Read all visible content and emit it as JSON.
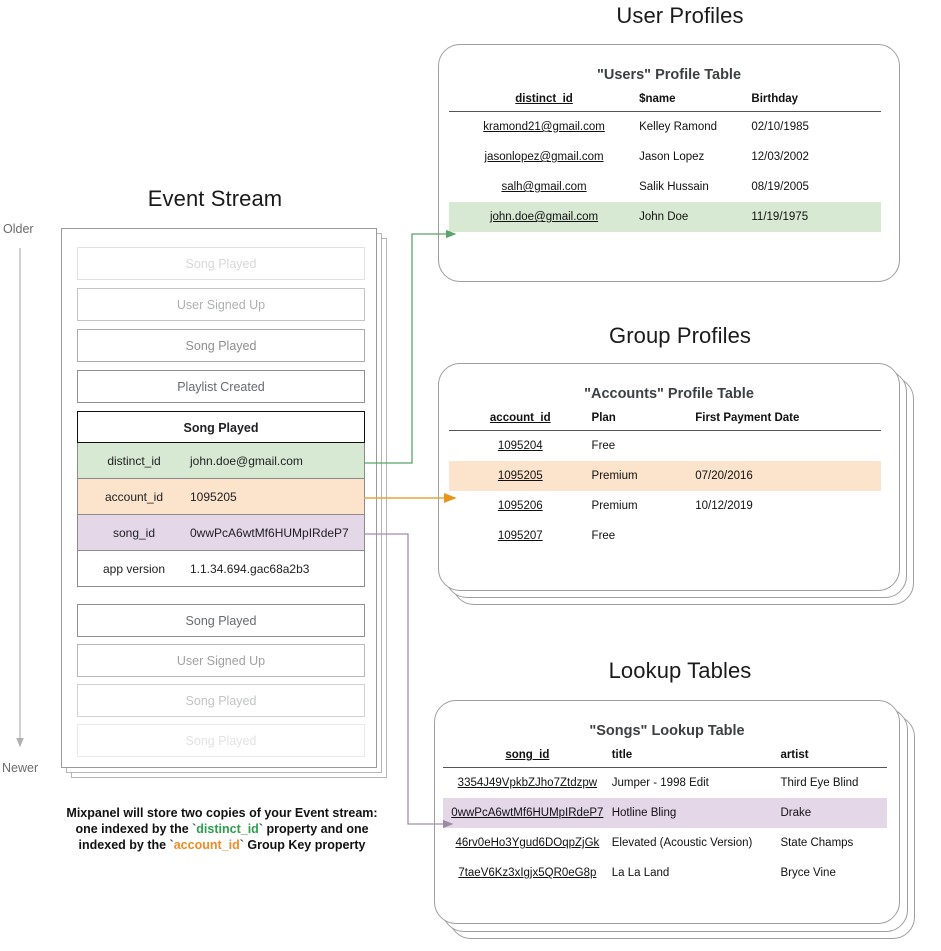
{
  "sections": {
    "event_stream_title": "Event Stream",
    "user_profiles_title": "User Profiles",
    "group_profiles_title": "Group Profiles",
    "lookup_tables_title": "Lookup Tables"
  },
  "axis": {
    "older": "Older",
    "newer": "Newer"
  },
  "event_stream": {
    "rows_above": [
      {
        "label": "Song Played",
        "opacity": 0.25
      },
      {
        "label": "User Signed Up",
        "opacity": 0.5
      },
      {
        "label": "Song Played",
        "opacity": 0.72
      },
      {
        "label": "Playlist Created",
        "opacity": 0.95
      }
    ],
    "rows_below": [
      {
        "label": "Song Played",
        "opacity": 0.95
      },
      {
        "label": "User Signed Up",
        "opacity": 0.6
      },
      {
        "label": "Song Played",
        "opacity": 0.38
      },
      {
        "label": "Song Played",
        "opacity": 0.18
      }
    ],
    "expanded_event": {
      "name": "Song Played",
      "properties": [
        {
          "key": "distinct_id",
          "value": "john.doe@gmail.com",
          "highlight": "green"
        },
        {
          "key": "account_id",
          "value": "1095205",
          "highlight": "orange"
        },
        {
          "key": "song_id",
          "value": "0wwPcA6wtMf6HUMpIRdeP7",
          "highlight": "purple"
        },
        {
          "key": "app version",
          "value": "1.1.34.694.gac68a2b3",
          "highlight": "none"
        }
      ]
    }
  },
  "caption": {
    "line1": "Mixpanel will store two copies of your Event stream:",
    "line2_a": "one indexed by the ",
    "line2_token": "distinct_id",
    "line2_b": " property and one",
    "line3_a": "indexed by the ",
    "line3_token": "account_id",
    "line3_b": " Group Key property"
  },
  "users_table": {
    "title": "\"Users\" Profile Table",
    "columns": [
      "distinct_id",
      "$name",
      "Birthday"
    ],
    "rows": [
      {
        "cells": [
          "kramond21@gmail.com",
          "Kelley Ramond",
          "02/10/1985"
        ],
        "highlight": "none"
      },
      {
        "cells": [
          "jasonlopez@gmail.com",
          "Jason Lopez",
          "12/03/2002"
        ],
        "highlight": "none"
      },
      {
        "cells": [
          "salh@gmail.com",
          "Salik Hussain",
          "08/19/2005"
        ],
        "highlight": "none"
      },
      {
        "cells": [
          "john.doe@gmail.com",
          "John Doe",
          "11/19/1975"
        ],
        "highlight": "green"
      }
    ]
  },
  "accounts_table": {
    "title": "\"Accounts\" Profile Table",
    "columns": [
      "account_id",
      "Plan",
      "First Payment Date"
    ],
    "rows": [
      {
        "cells": [
          "1095204",
          "Free",
          ""
        ],
        "highlight": "none"
      },
      {
        "cells": [
          "1095205",
          "Premium",
          "07/20/2016"
        ],
        "highlight": "orange"
      },
      {
        "cells": [
          "1095206",
          "Premium",
          "10/12/2019"
        ],
        "highlight": "none"
      },
      {
        "cells": [
          "1095207",
          "Free",
          ""
        ],
        "highlight": "none"
      }
    ]
  },
  "songs_table": {
    "title": "\"Songs\" Lookup Table",
    "columns": [
      "song_id",
      "title",
      "artist"
    ],
    "rows": [
      {
        "cells": [
          "3354J49VpkbZJho7Ztdzpw",
          "Jumper - 1998 Edit",
          "Third Eye Blind"
        ],
        "highlight": "none"
      },
      {
        "cells": [
          "0wwPcA6wtMf6HUMpIRdeP7",
          "Hotline Bling",
          "Drake"
        ],
        "highlight": "purple"
      },
      {
        "cells": [
          "46rv0eHo3Ygud6DOqpZjGk",
          "Elevated (Acoustic Version)",
          "State Champs"
        ],
        "highlight": "none"
      },
      {
        "cells": [
          "7taeV6Kz3xIgjx5QR0eG8p",
          "La La Land",
          "Bryce Vine"
        ],
        "highlight": "none"
      }
    ]
  },
  "colors": {
    "green_fill": "#d7e8d3",
    "orange_fill": "#fce3cb",
    "purple_fill": "#e4d7e8",
    "green_line": "#5aa469",
    "orange_line": "#e8a33d",
    "purple_line": "#a58cb0",
    "card_border": "#9e9e9e",
    "axis_gray": "#b0b0b0"
  }
}
